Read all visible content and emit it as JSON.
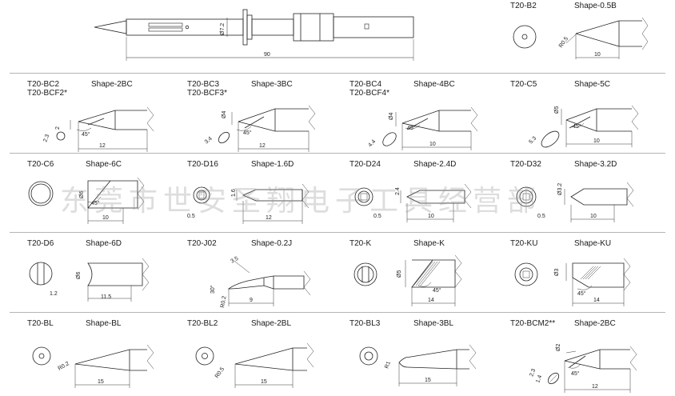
{
  "watermark": "东莞市世安圣翔电子工具经营部",
  "overview": {
    "dia_label": "Ø7.2",
    "length_label": "90"
  },
  "cells": [
    {
      "model": "T20-B2",
      "shape": "Shape-0.5B",
      "dims": [
        "R0.5",
        "10"
      ]
    },
    {
      "model": "T20-BC2\nT20-BCF2*",
      "shape": "Shape-2BC",
      "dims": [
        "2.3",
        "2",
        "45°",
        "12"
      ]
    },
    {
      "model": "T20-BC3\nT20-BCF3*",
      "shape": "Shape-3BC",
      "dims": [
        "3.4",
        "Ø4",
        "45°",
        "12"
      ]
    },
    {
      "model": "T20-BC4\nT20-BCF4*",
      "shape": "Shape-4BC",
      "dims": [
        "4.4",
        "Ø4",
        "45°",
        "10"
      ]
    },
    {
      "model": "T20-C5",
      "shape": "Shape-5C",
      "dims": [
        "5.3",
        "Ø5",
        "45°",
        "10"
      ]
    },
    {
      "model": "T20-C6",
      "shape": "Shape-6C",
      "dims": [
        "Ø6",
        "45°",
        "10"
      ]
    },
    {
      "model": "T20-D16",
      "shape": "Shape-1.6D",
      "dims": [
        "1.6",
        "0.5",
        "12"
      ]
    },
    {
      "model": "T20-D24",
      "shape": "Shape-2.4D",
      "dims": [
        "2.4",
        "0.5",
        "10"
      ]
    },
    {
      "model": "T20-D32",
      "shape": "Shape-3.2D",
      "dims": [
        "Ø3.2",
        "0.5",
        "10"
      ]
    },
    {
      "model": "T20-D6",
      "shape": "Shape-6D",
      "dims": [
        "Ø6",
        "1.2",
        "11.5"
      ]
    },
    {
      "model": "T20-J02",
      "shape": "Shape-0.2J",
      "dims": [
        "3.5",
        "30°",
        "R0.2",
        "9"
      ]
    },
    {
      "model": "T20-K",
      "shape": "Shape-K",
      "dims": [
        "Ø5",
        "45°",
        "14"
      ]
    },
    {
      "model": "T20-KU",
      "shape": "Shape-KU",
      "dims": [
        "Ø3",
        "45°",
        "14"
      ]
    },
    {
      "model": "T20-BL",
      "shape": "Shape-BL",
      "dims": [
        "R0.2",
        "15"
      ]
    },
    {
      "model": "T20-BL2",
      "shape": "Shape-2BL",
      "dims": [
        "R0.5",
        "15"
      ]
    },
    {
      "model": "T20-BL3",
      "shape": "Shape-3BL",
      "dims": [
        "R1",
        "15"
      ]
    },
    {
      "model": "T20-BCM2**",
      "shape": "Shape-2BC",
      "dims": [
        "Ø2",
        "2.3",
        "1.4",
        "45°",
        "12"
      ]
    }
  ]
}
